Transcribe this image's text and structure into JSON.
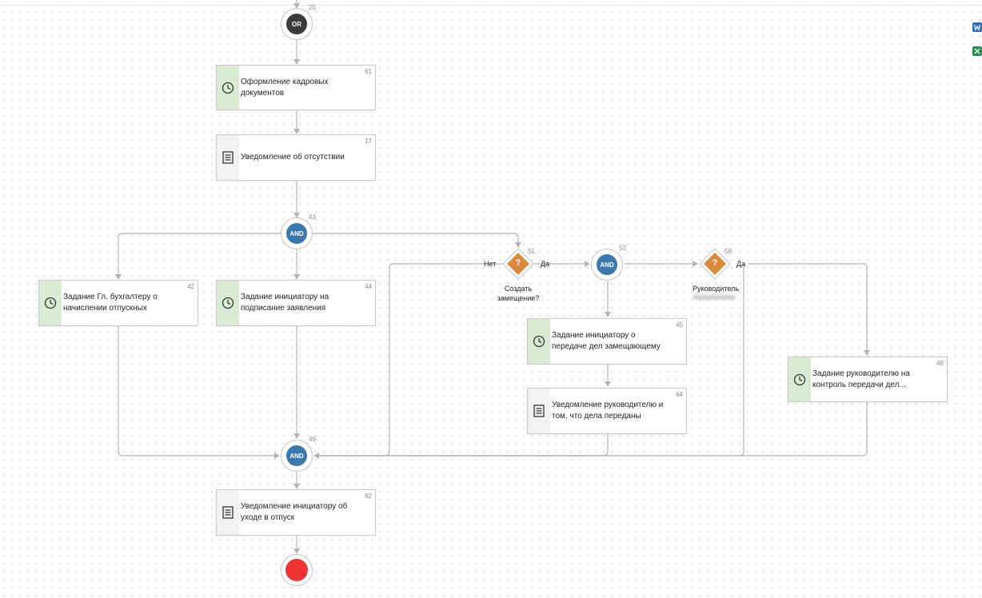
{
  "gateways": {
    "g25": {
      "type": "OR",
      "num": "25"
    },
    "g43": {
      "type": "AND",
      "num": "43"
    },
    "g52": {
      "type": "AND",
      "num": "52"
    },
    "g49": {
      "type": "AND",
      "num": "49"
    }
  },
  "tasks": {
    "t61": {
      "num": "61",
      "label": "Оформление кадровых документов",
      "kind": "user"
    },
    "t17": {
      "num": "17",
      "label": "Уведомление об отсутствии",
      "kind": "document"
    },
    "t42": {
      "num": "42",
      "label": "Задание Гл. бухгалтеру о начислении отпускных",
      "kind": "user"
    },
    "t44": {
      "num": "44",
      "label": "Задание инициатору на подписание заявления",
      "kind": "user"
    },
    "t45": {
      "num": "45",
      "label": "Задание инициатору о передаче дел замещающему",
      "kind": "user"
    },
    "t64": {
      "num": "64",
      "label": "Уведомление руководителю и том, что дела переданы",
      "kind": "document"
    },
    "t46": {
      "num": "46",
      "label": "Задание руководителю на контроль передачи дел...",
      "kind": "user"
    },
    "t62": {
      "num": "62",
      "label": "Уведомление инициатору об уходе в отпуск",
      "kind": "document"
    }
  },
  "conditions": {
    "c51": {
      "num": "51",
      "symbol": "?",
      "caption_line1": "Создать",
      "caption_line2": "замещение?",
      "no_label": "Нет",
      "yes_label": "Да"
    },
    "c58": {
      "num": "58",
      "symbol": "?",
      "caption_line1": "Руководитель",
      "yes_label": "Да"
    }
  },
  "colors": {
    "and": "#3b78b0",
    "or": "#3b3b3b",
    "condition": "#d98a3a",
    "end": "#ef3333",
    "user_task_band": "#d9ecd3",
    "edge": "#b5b5b5"
  },
  "icons": {
    "user_task": "clock-icon",
    "document_task": "document-icon"
  }
}
